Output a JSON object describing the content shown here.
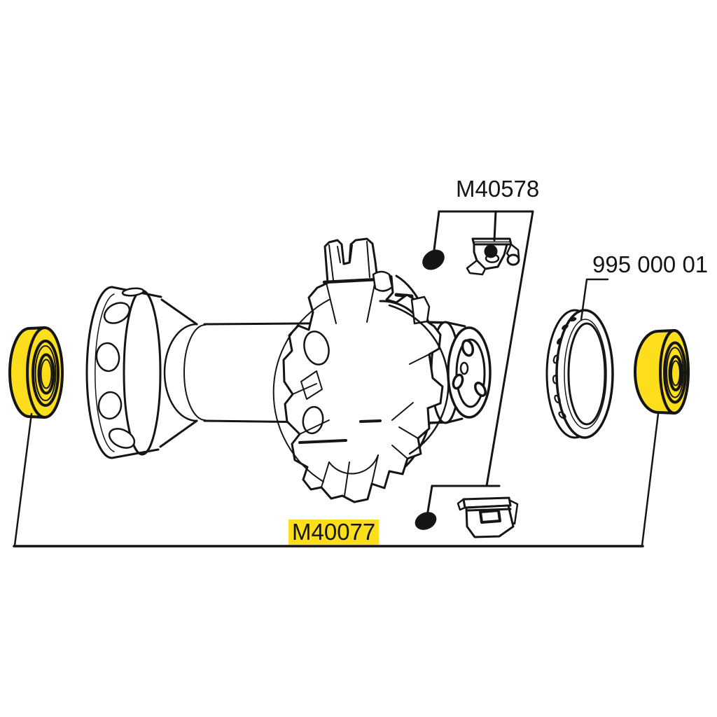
{
  "diagram": {
    "background_color": "#ffffff",
    "line_color": "#151515",
    "highlight_color": "#FCDE1C"
  },
  "labels": {
    "pawl_kit": "M40578",
    "washer": "995 000 01",
    "bearings": "M40077"
  },
  "parts": [
    {
      "name": "left-bearing",
      "label": "M40077",
      "highlighted": true
    },
    {
      "name": "right-bearing",
      "label": "M40077",
      "highlighted": true
    },
    {
      "name": "pawl-top",
      "label": "M40578"
    },
    {
      "name": "pawl-bottom",
      "label": "M40578"
    },
    {
      "name": "seal-ring",
      "label": "995 000 01"
    }
  ]
}
